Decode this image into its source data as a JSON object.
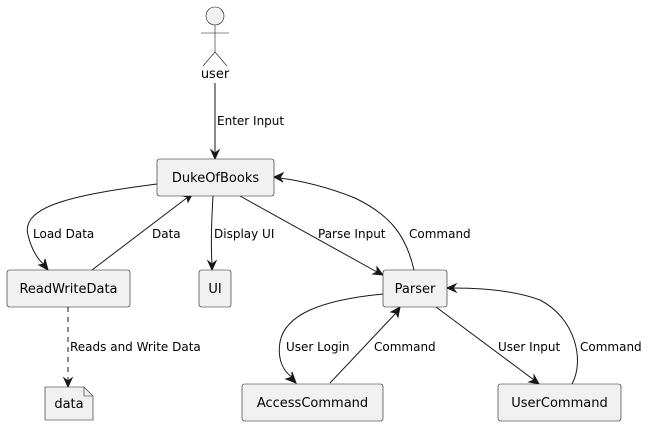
{
  "colors": {
    "node_fill": "#f1f1f1",
    "stroke": "#181818",
    "background": "#ffffff"
  },
  "actor": {
    "label": "user"
  },
  "nodes": {
    "dukeofbooks": "DukeOfBooks",
    "readwritedata": "ReadWriteData",
    "ui": "UI",
    "parser": "Parser",
    "data": "data",
    "accesscommand": "AccessCommand",
    "usercommand": "UserCommand"
  },
  "edges": {
    "enter_input": "Enter Input",
    "load_data": "Load Data",
    "data": "Data",
    "display_ui": "Display UI",
    "parse_input": "Parse Input",
    "command_parser_duke": "Command",
    "reads_write_data": "Reads and Write Data",
    "user_login": "User Login",
    "command_access_parser": "Command",
    "user_input": "User Input",
    "command_user_parser": "Command"
  }
}
